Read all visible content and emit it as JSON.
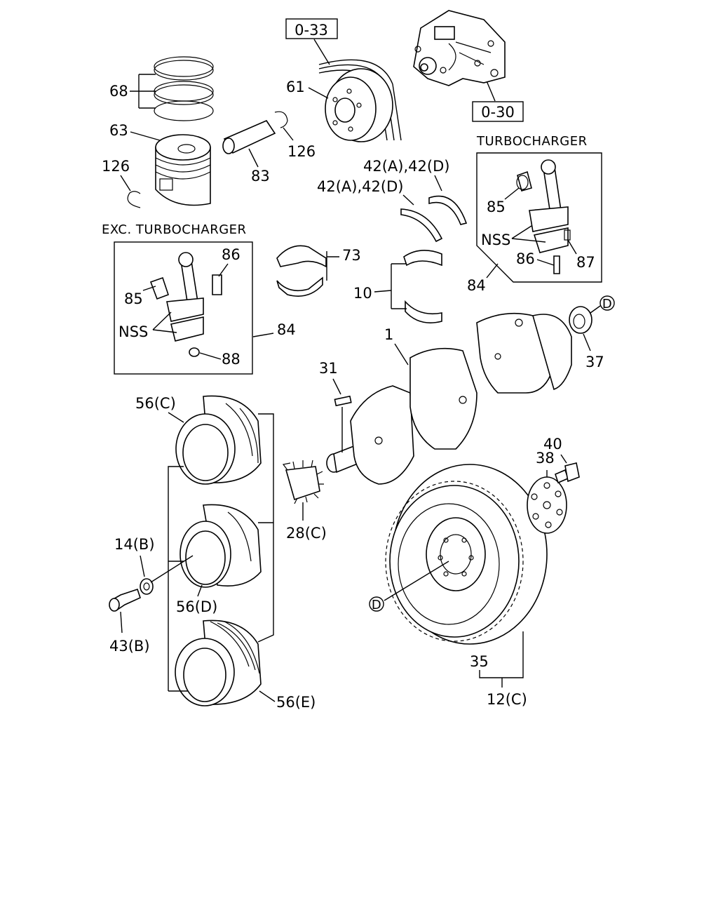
{
  "refs": {
    "ref_033": "0-33",
    "ref_030": "0-30"
  },
  "sections": {
    "turbo": "TURBOCHARGER",
    "exc_turbo": "EXC. TURBOCHARGER"
  },
  "labels": {
    "p68": "68",
    "p63": "63",
    "p126a": "126",
    "p126b": "126",
    "p83": "83",
    "p61": "61",
    "p42a": "42(A),42(D)",
    "p42b": "42(A),42(D)",
    "p85t": "85",
    "nss_t": "NSS",
    "p86t": "86",
    "p87": "87",
    "p84t": "84",
    "p86e": "86",
    "p85e": "85",
    "nss_e": "NSS",
    "p84e": "84",
    "p88": "88",
    "p73": "73",
    "p10": "10",
    "p1": "1",
    "p37": "37",
    "d_top": "D",
    "p31": "31",
    "p56c": "56(C)",
    "p28c": "28(C)",
    "p14b": "14(B)",
    "p56d": "56(D)",
    "p43b": "43(B)",
    "p56e": "56(E)",
    "p40": "40",
    "p38": "38",
    "d_bot": "D",
    "p35": "35",
    "p12c": "12(C)"
  }
}
